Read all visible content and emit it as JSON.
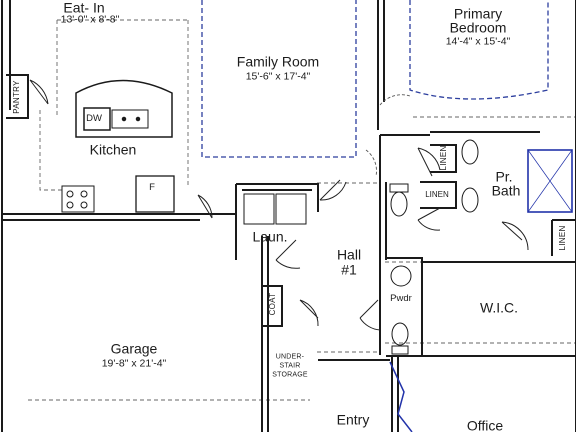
{
  "rooms": {
    "eat_in": {
      "name": "Eat- In",
      "dims": "13'-0\" x 8'-8\""
    },
    "family_room": {
      "name": "Family Room",
      "dims": "15'-6\" x 17'-4\""
    },
    "primary_bedroom": {
      "name": "Primary Bedroom",
      "name_line1": "Primary",
      "name_line2": "Bedroom",
      "dims": "14'-4\" x 15'-4\""
    },
    "kitchen": {
      "name": "Kitchen"
    },
    "pr_bath": {
      "name_line1": "Pr.",
      "name_line2": "Bath"
    },
    "laundry": {
      "name": "Laun."
    },
    "hall": {
      "name_line1": "Hall",
      "name_line2": "#1"
    },
    "garage": {
      "name": "Garage",
      "dims": "19'-8\" x 21'-4\""
    },
    "powder": {
      "name": "Pwdr"
    },
    "wic": {
      "name": "W.I.C."
    },
    "under_stair": {
      "line1": "UNDER-",
      "line2": "STAIR",
      "line3": "STORAGE"
    },
    "entry": {
      "name": "Entry"
    },
    "office": {
      "name": "Office"
    }
  },
  "fixtures": {
    "pantry": "PANTRY",
    "coat": "COAT",
    "linen_1": "LINEN",
    "linen_2": "LINEN",
    "linen_3": "LINEN",
    "dishwasher": "DW",
    "fridge": "F"
  },
  "colors": {
    "wall": "#1a1a1a",
    "ceiling_dash": "#2c3e9e",
    "shower": "#2233aa",
    "dashed": "#666666"
  }
}
